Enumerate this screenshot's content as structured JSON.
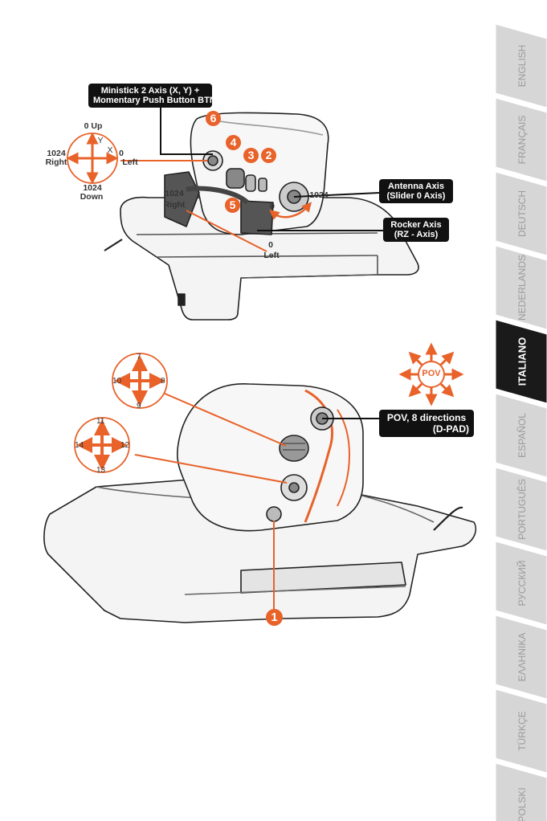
{
  "languages": [
    "ENGLISH",
    "FRANÇAIS",
    "DEUTSCH",
    "NEDERLANDS",
    "ITALIANO",
    "ESPAÑOL",
    "PORTUGUÊS",
    "РУССКИЙ",
    "ΕΛΛΗΝΙΚΑ",
    "TÜRKÇE",
    "POLSKI"
  ],
  "active_language": "ITALIANO",
  "top_diagram": {
    "ministick_label_line1": "Ministick 2 Axis (X, Y) +",
    "ministick_label_line2": "Momentary Push Button BTN 6",
    "antenna_label_line1": "Antenna Axis",
    "antenna_label_line2": "(Slider 0 Axis)",
    "rocker_label_line1": "Rocker Axis",
    "rocker_label_line2": "(RZ - Axis)",
    "stick_up": "0 Up",
    "stick_y": "Y",
    "stick_x": "X",
    "stick_right_val": "1024",
    "stick_right": "Right",
    "stick_left_val": "0",
    "stick_left": "Left",
    "stick_down_val": "1024",
    "stick_down": "Down",
    "rocker_right_val": "1024",
    "rocker_right": "Right",
    "rocker_left_val": "0",
    "rocker_left": "Left",
    "antenna_min": "0",
    "antenna_max": "1024",
    "badges": [
      "6",
      "4",
      "3",
      "2",
      "5"
    ]
  },
  "bottom_diagram": {
    "pov_badge": "POV",
    "pov_label_line1": "POV, 8 directions",
    "pov_label_line2": "(D-PAD)",
    "hat1": {
      "top": "7",
      "left": "10",
      "right": "8",
      "bottom": "9"
    },
    "hat2": {
      "top": "11",
      "left": "14",
      "right": "12",
      "bottom": "13"
    },
    "badge_1": "1"
  },
  "colors": {
    "accent": "#e8622a",
    "tab_bg": "#d6d6d6",
    "tab_active": "#1a1a1a",
    "callout_bg": "#111111"
  }
}
